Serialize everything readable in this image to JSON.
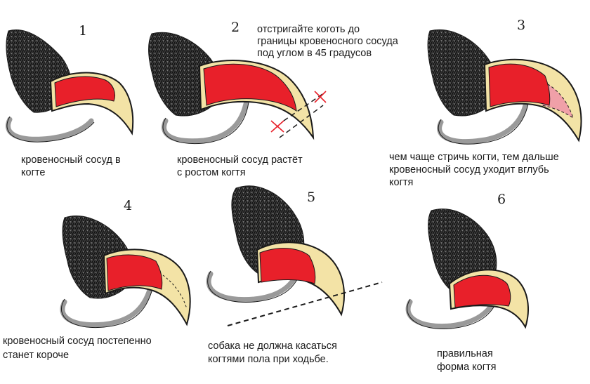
{
  "panels": [
    {
      "number": "1",
      "caption": [
        "кровеносный сосуд в",
        "когте"
      ]
    },
    {
      "number": "2",
      "caption": [
        "кровеносный сосуд растёт",
        "с ростом когтя"
      ],
      "note": [
        "отстригайте коготь до",
        "границы кровеносного сосуда",
        "под углом в 45 градусов"
      ]
    },
    {
      "number": "3",
      "caption": [
        "чем чаще стричь когти, тем дальше",
        "кровеносный сосуд уходит вглубь",
        "когтя"
      ]
    },
    {
      "number": "4",
      "caption": [
        "кровеносный сосуд постепенно",
        "станет короче"
      ]
    },
    {
      "number": "5",
      "caption": [
        "собака не должна касаться",
        "когтями пола при ходьбе."
      ]
    },
    {
      "number": "6",
      "caption": [
        "правильная",
        "форма когтя"
      ]
    }
  ],
  "colors": {
    "claw": "#f3e3a6",
    "outline": "#1a1a1a",
    "vessel": "#e8202a",
    "vessel_old": "#f0a0a8",
    "pad": "#9a9a9a",
    "fur": "#2a2a2a",
    "cut_mark": "#e8202a"
  }
}
